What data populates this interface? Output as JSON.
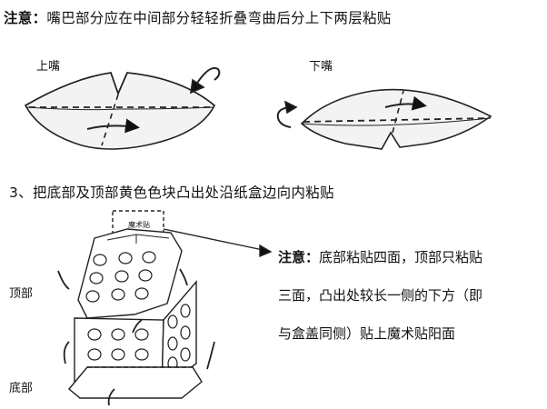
{
  "note1": {
    "label": "注意：",
    "text": "嘴巴部分应在中间部分轻轻折叠弯曲后分上下两层粘贴"
  },
  "diagrams": {
    "upper_label": "上嘴",
    "lower_label": "下嘴"
  },
  "step3": {
    "text": "3、把底部及顶部黄色色块凸出处沿纸盒边向内粘贴"
  },
  "box": {
    "magic_tag": "魔术贴",
    "top_label": "顶部",
    "bottom_label": "底部"
  },
  "note2": {
    "label": "注意：",
    "line1": "底部粘贴四面，顶部只粘贴",
    "line2": "三面，凸出处较长一侧的下方（即",
    "line3": "与盒盖同侧）贴上魔术贴阳面"
  }
}
